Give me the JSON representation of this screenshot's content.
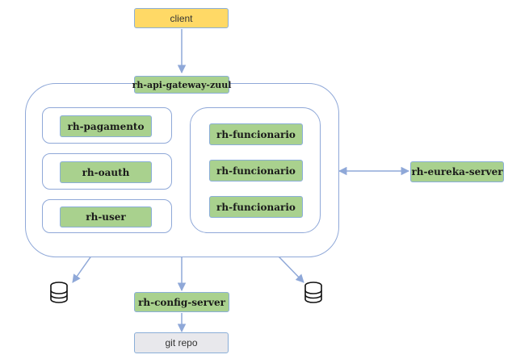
{
  "diagram": {
    "client": {
      "label": "client"
    },
    "gateway": {
      "label": "rh-api-gateway-zuul"
    },
    "left_services": [
      {
        "label": "rh-pagamento"
      },
      {
        "label": "rh-oauth"
      },
      {
        "label": "rh-user"
      }
    ],
    "worker_services": [
      {
        "label": "rh-funcionario"
      },
      {
        "label": "rh-funcionario"
      },
      {
        "label": "rh-funcionario"
      }
    ],
    "eureka": {
      "label": "rh-eureka-server"
    },
    "config": {
      "label": "rh-config-server"
    },
    "git": {
      "label": "git repo"
    },
    "databases": [
      {
        "icon": "database-icon"
      },
      {
        "icon": "database-icon"
      }
    ]
  },
  "colors": {
    "service_fill": "#a9d18e",
    "client_fill": "#ffd966",
    "git_fill": "#e8e8ec",
    "connector": "#8fa8d8"
  }
}
